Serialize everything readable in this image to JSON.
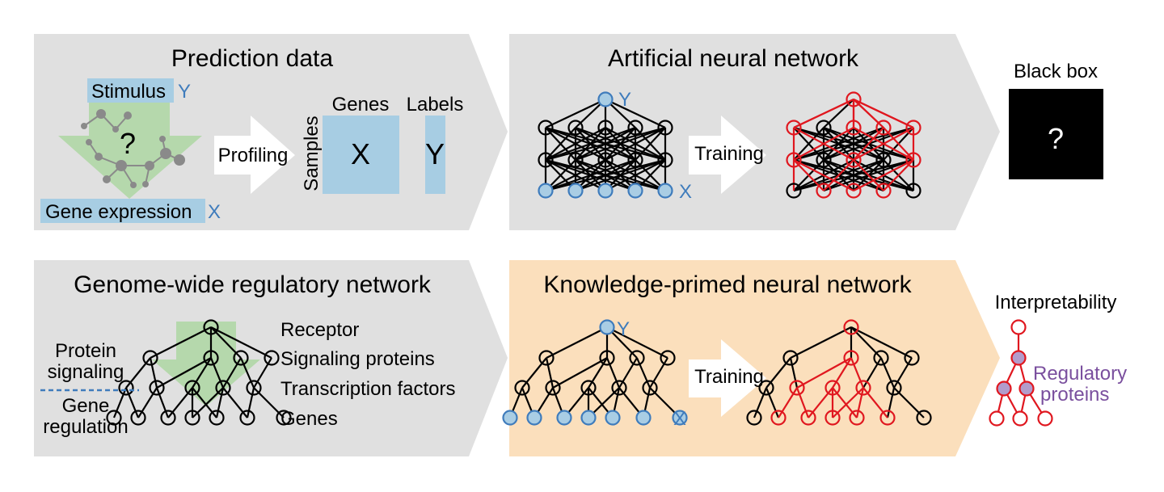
{
  "colors": {
    "panel_gray": "#e0e0e0",
    "panel_orange": "#fbdfbc",
    "highlight_blue": "#a7cde3",
    "node_blue_fill": "#a9cde4",
    "node_blue_stroke": "#3f7cbc",
    "net_red": "#e0171f",
    "green_arrow": "#b5d8ac",
    "purple_node": "#b29ccb",
    "purple_text": "#7a4f9e",
    "black_box": "#000000"
  },
  "panels": {
    "prediction_data": {
      "title": "Prediction data",
      "stimulus_label": "Stimulus",
      "stimulus_var": "Y",
      "unknown_mark": "?",
      "expression_label": "Gene expression",
      "expression_var": "X",
      "arrow_label": "Profiling",
      "matrix": {
        "genes_label": "Genes",
        "labels_label": "Labels",
        "samples_label": "Samples",
        "x_var": "X",
        "y_var": "Y"
      }
    },
    "artificial_network": {
      "title": "Artificial neural network",
      "output_var": "Y",
      "input_var": "X",
      "arrow_label": "Training"
    },
    "black_box": {
      "title": "Black box",
      "mark": "?"
    },
    "genome_network": {
      "title": "Genome-wide regulatory network",
      "side_label_top_1": "Protein",
      "side_label_top_2": "signaling",
      "side_label_bottom_1": "Gene",
      "side_label_bottom_2": "regulation",
      "layers": [
        "Receptor",
        "Signaling proteins",
        "Transcription factors",
        "Genes"
      ]
    },
    "knowledge_network": {
      "title": "Knowledge-primed neural network",
      "output_var": "Y",
      "input_var": "X",
      "arrow_label": "Training"
    },
    "interpretability": {
      "title": "Interpretability",
      "label_1": "Regulatory",
      "label_2": "proteins"
    }
  }
}
